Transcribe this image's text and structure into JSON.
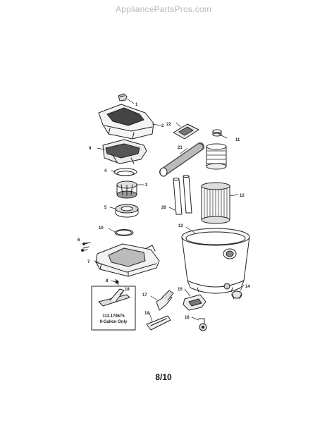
{
  "watermark": "AppliancePartsPros.com",
  "page_number": "8/10",
  "inset_caption": {
    "model": "113.179675",
    "note": "9-Gallon Only"
  },
  "parts": [
    {
      "key": "p1",
      "label": "1"
    },
    {
      "key": "p2",
      "label": "2"
    },
    {
      "key": "p3",
      "label": "3"
    },
    {
      "key": "p4",
      "label": "4"
    },
    {
      "key": "p5",
      "label": "5"
    },
    {
      "key": "p6",
      "label": "6"
    },
    {
      "key": "p7",
      "label": "7"
    },
    {
      "key": "p8",
      "label": "8"
    },
    {
      "key": "p9",
      "label": "9"
    },
    {
      "key": "p10",
      "label": "10"
    },
    {
      "key": "p11",
      "label": "11"
    },
    {
      "key": "p12",
      "label": "12"
    },
    {
      "key": "p13",
      "label": "13"
    },
    {
      "key": "p14",
      "label": "14"
    },
    {
      "key": "p15",
      "label": "15"
    },
    {
      "key": "p16",
      "label": "16"
    },
    {
      "key": "p17",
      "label": "17"
    },
    {
      "key": "p18",
      "label": "18"
    },
    {
      "key": "p19",
      "label": "19"
    },
    {
      "key": "p20",
      "label": "20"
    },
    {
      "key": "p21",
      "label": "21"
    },
    {
      "key": "p22",
      "label": "22"
    }
  ]
}
